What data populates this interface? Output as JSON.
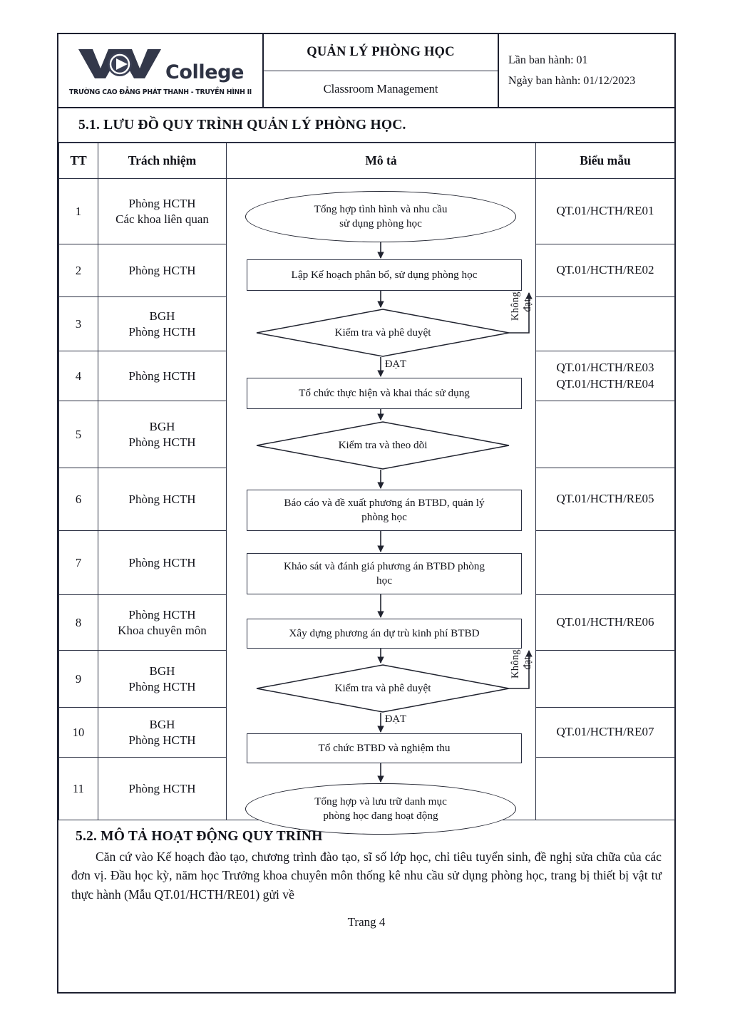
{
  "header": {
    "logo": {
      "wordmark": "College",
      "vov": "VOV",
      "subtitle": "TRƯỜNG CAO ĐẲNG PHÁT THANH - TRUYỀN HÌNH II"
    },
    "title_vi": "QUẢN LÝ PHÒNG HỌC",
    "title_en": "Classroom Management",
    "issue_no": "Lần ban hành: 01",
    "issue_date": "Ngày ban hành: 01/12/2023"
  },
  "section_51": {
    "title": "5.1. LƯU ĐỒ QUY TRÌNH QUẢN LÝ PHÒNG HỌC.",
    "columns": [
      "TT",
      "Trách nhiệm",
      "Mô tả",
      "Biểu mẫu"
    ],
    "rows": [
      {
        "tt": "1",
        "responsibility": "Phòng HCTH\nCác khoa liên quan",
        "form": "QT.01/HCTH/RE01"
      },
      {
        "tt": "2",
        "responsibility": "Phòng HCTH",
        "form": "QT.01/HCTH/RE02"
      },
      {
        "tt": "3",
        "responsibility": "BGH\nPhòng HCTH",
        "form": ""
      },
      {
        "tt": "4",
        "responsibility": "Phòng HCTH",
        "form": "QT.01/HCTH/RE03\nQT.01/HCTH/RE04"
      },
      {
        "tt": "5",
        "responsibility": "BGH\nPhòng HCTH",
        "form": ""
      },
      {
        "tt": "6",
        "responsibility": "Phòng HCTH",
        "form": "QT.01/HCTH/RE05"
      },
      {
        "tt": "7",
        "responsibility": "Phòng HCTH",
        "form": ""
      },
      {
        "tt": "8",
        "responsibility": "Phòng HCTH\nKhoa chuyên môn",
        "form": "QT.01/HCTH/RE06"
      },
      {
        "tt": "9",
        "responsibility": "BGH\nPhòng HCTH",
        "form": ""
      },
      {
        "tt": "10",
        "responsibility": "BGH\nPhòng HCTH",
        "form": "QT.01/HCTH/RE07"
      },
      {
        "tt": "11",
        "responsibility": "Phòng HCTH",
        "form": ""
      }
    ],
    "flowchart": {
      "nodes": [
        {
          "id": "n1",
          "shape": "terminator",
          "text": "Tổng hợp tình hình và nhu cầu\nsử dụng phòng học"
        },
        {
          "id": "n2",
          "shape": "process",
          "text": "Lập Kế hoạch phân bổ, sử dụng phòng học"
        },
        {
          "id": "n3",
          "shape": "decision",
          "text": "Kiểm tra và phê duyệt"
        },
        {
          "id": "n4",
          "shape": "process",
          "text": "Tổ chức thực hiện và khai thác sử dụng"
        },
        {
          "id": "n5",
          "shape": "decision",
          "text": "Kiểm tra và theo dõi"
        },
        {
          "id": "n6",
          "shape": "process",
          "text": "Báo cáo và đề xuất phương án BTBD,   quản lý\nphòng học"
        },
        {
          "id": "n7",
          "shape": "process",
          "text": "Khảo sát và đánh giá phương án BTBD phòng\nhọc"
        },
        {
          "id": "n8",
          "shape": "process",
          "text": "Xây dựng phương án dự trù kinh phí BTBD"
        },
        {
          "id": "n9",
          "shape": "decision",
          "text": "Kiểm tra và phê duyệt"
        },
        {
          "id": "n10",
          "shape": "process",
          "text": "Tổ chức BTBD và nghiệm thu"
        },
        {
          "id": "n11",
          "shape": "terminator",
          "text": "Tổng hợp và lưu trữ danh mục\nphòng học đang hoạt động"
        }
      ],
      "edge_labels": {
        "pass_1": "ĐẠT",
        "pass_2": "ĐẠT",
        "fail_1_a": "Không",
        "fail_1_b": "đạt",
        "fail_2_a": "Không",
        "fail_2_b": "đạt"
      }
    }
  },
  "section_52": {
    "title": "5.2. MÔ TẢ HOẠT ĐỘNG QUY TRÌNH",
    "paragraph": "Căn cứ vào Kế hoạch đào tạo, chương trình đào tạo, sĩ số lớp học, chỉ tiêu tuyển sinh, đề nghị sửa chữa của các đơn vị. Đầu học kỳ, năm học Trưởng khoa chuyên môn thống kê nhu cầu sử dụng phòng học, trang bị thiết bị vật tư thực hành (Mẫu QT.01/HCTH/RE01) gửi về"
  },
  "footer": {
    "page_label": "Trang 4"
  },
  "colors": {
    "ink": "#12131a",
    "rule": "#2b3043",
    "frame": "#1d2030",
    "logo": "#2e3344"
  }
}
